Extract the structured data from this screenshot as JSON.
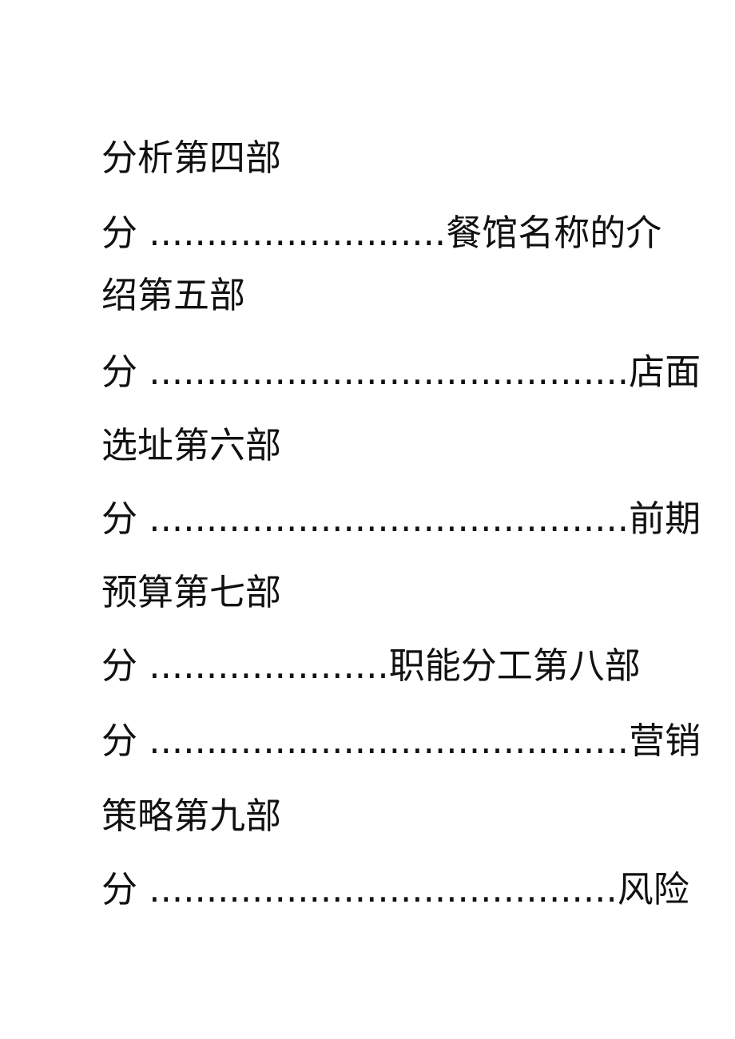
{
  "toc": {
    "lines": [
      "分析第四部",
      "分 ..........................餐馆名称的介",
      "绍第五部",
      "分 ..........................................店面",
      "选址第六部",
      "分 ..........................................前期",
      "预算第七部",
      "分 .....................职能分工第八部",
      "分 ..........................................营销",
      "策略第九部",
      "分 .........................................风险"
    ]
  }
}
